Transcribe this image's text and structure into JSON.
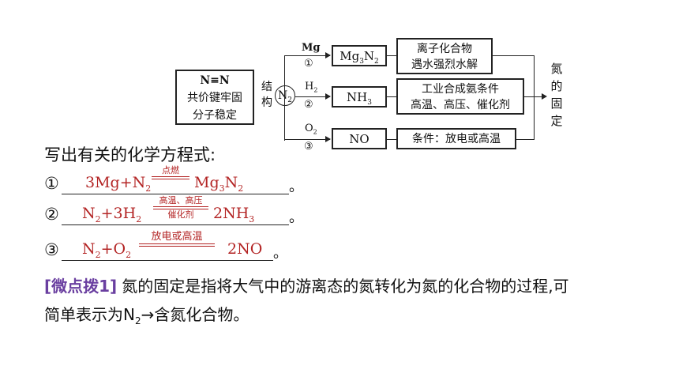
{
  "diagram": {
    "left_box": [
      "N≡N",
      "共价键牢固",
      "分子稳定"
    ],
    "jiegou": [
      "结",
      "构"
    ],
    "center": "N",
    "center_sub": "2",
    "branches": [
      {
        "reagent": "Mg",
        "num": "①",
        "product": "Mg",
        "product_sub1": "3",
        "product_mid": "N",
        "product_sub2": "2",
        "desc": [
          "离子化合物",
          "遇水强烈水解"
        ]
      },
      {
        "reagent": "H",
        "reagent_sub": "2",
        "num": "②",
        "product": "NH",
        "product_sub": "3",
        "desc": [
          "工业合成氨条件",
          "高温、高压、催化剂"
        ]
      },
      {
        "reagent": "O",
        "reagent_sub": "2",
        "num": "③",
        "product": "NO",
        "desc": [
          "条件：放电或高温"
        ]
      }
    ],
    "right_label": [
      "氮",
      "的",
      "固",
      "定"
    ]
  },
  "prompt": "写出有关的化学方程式:",
  "equations": [
    {
      "num": "①",
      "lhs": "3Mg+N",
      "lhs_sub": "2",
      "cond_top": "点燃",
      "cond_bot": "",
      "rhs": "Mg",
      "rhs_sub1": "3",
      "rhs_mid": "N",
      "rhs_sub2": "2",
      "end": "。"
    },
    {
      "num": "②",
      "lhs_a": "N",
      "lhs_a_sub": "2",
      "lhs_b": "+3H",
      "lhs_b_sub": "2",
      "cond_top": "高温、高压",
      "cond_bot": "催化剂",
      "rhs": "2NH",
      "rhs_sub": "3",
      "end": "。"
    },
    {
      "num": "③",
      "lhs_a": "N",
      "lhs_a_sub": "2",
      "lhs_b": "+O",
      "lhs_b_sub": "2",
      "cond_top": "放电或高温",
      "cond_bot": "",
      "rhs": "2NO",
      "end": "。"
    }
  ],
  "note": {
    "tag": "[微点拨1]",
    "line1": "氮的固定是指将大气中的游离态的氮转化为氮的化合物的过程,可",
    "line2_a": "简单表示为N",
    "line2_sub": "2",
    "line2_b": "→含氮化合物。"
  },
  "colors": {
    "answer": "#b32424",
    "tag": "#6a3fa0"
  }
}
